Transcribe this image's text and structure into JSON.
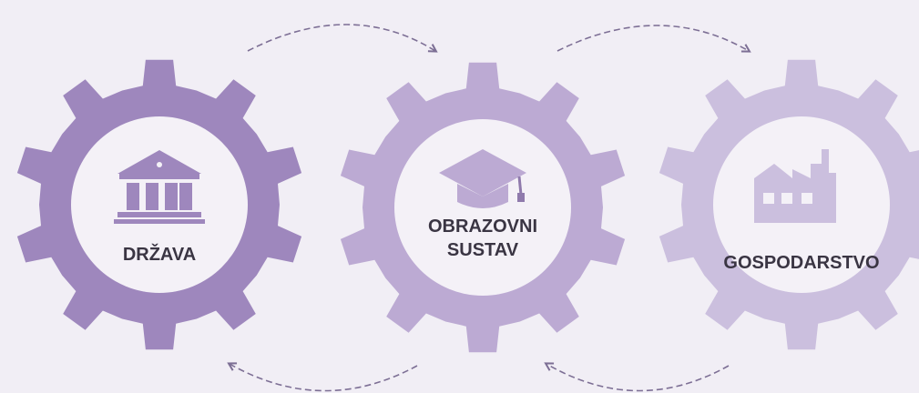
{
  "gears": [
    {
      "id": "drzava",
      "lines": [
        "DRŽAVA"
      ],
      "icon": "government-building-icon",
      "color": "#9e87bd"
    },
    {
      "id": "obrazovni-sustav",
      "lines": [
        "OBRAZOVNI",
        "SUSTAV"
      ],
      "icon": "graduation-cap-icon",
      "color": "#bcaad3"
    },
    {
      "id": "gospodarstvo",
      "lines": [
        "GOSPODARSTVO"
      ],
      "icon": "factory-icon",
      "color": "#cbbfde"
    }
  ],
  "colors": {
    "background": "#f1eef5",
    "inner_circle": "#f4f1f7",
    "label": "#3a3543",
    "arrow": "#7d6f95"
  }
}
